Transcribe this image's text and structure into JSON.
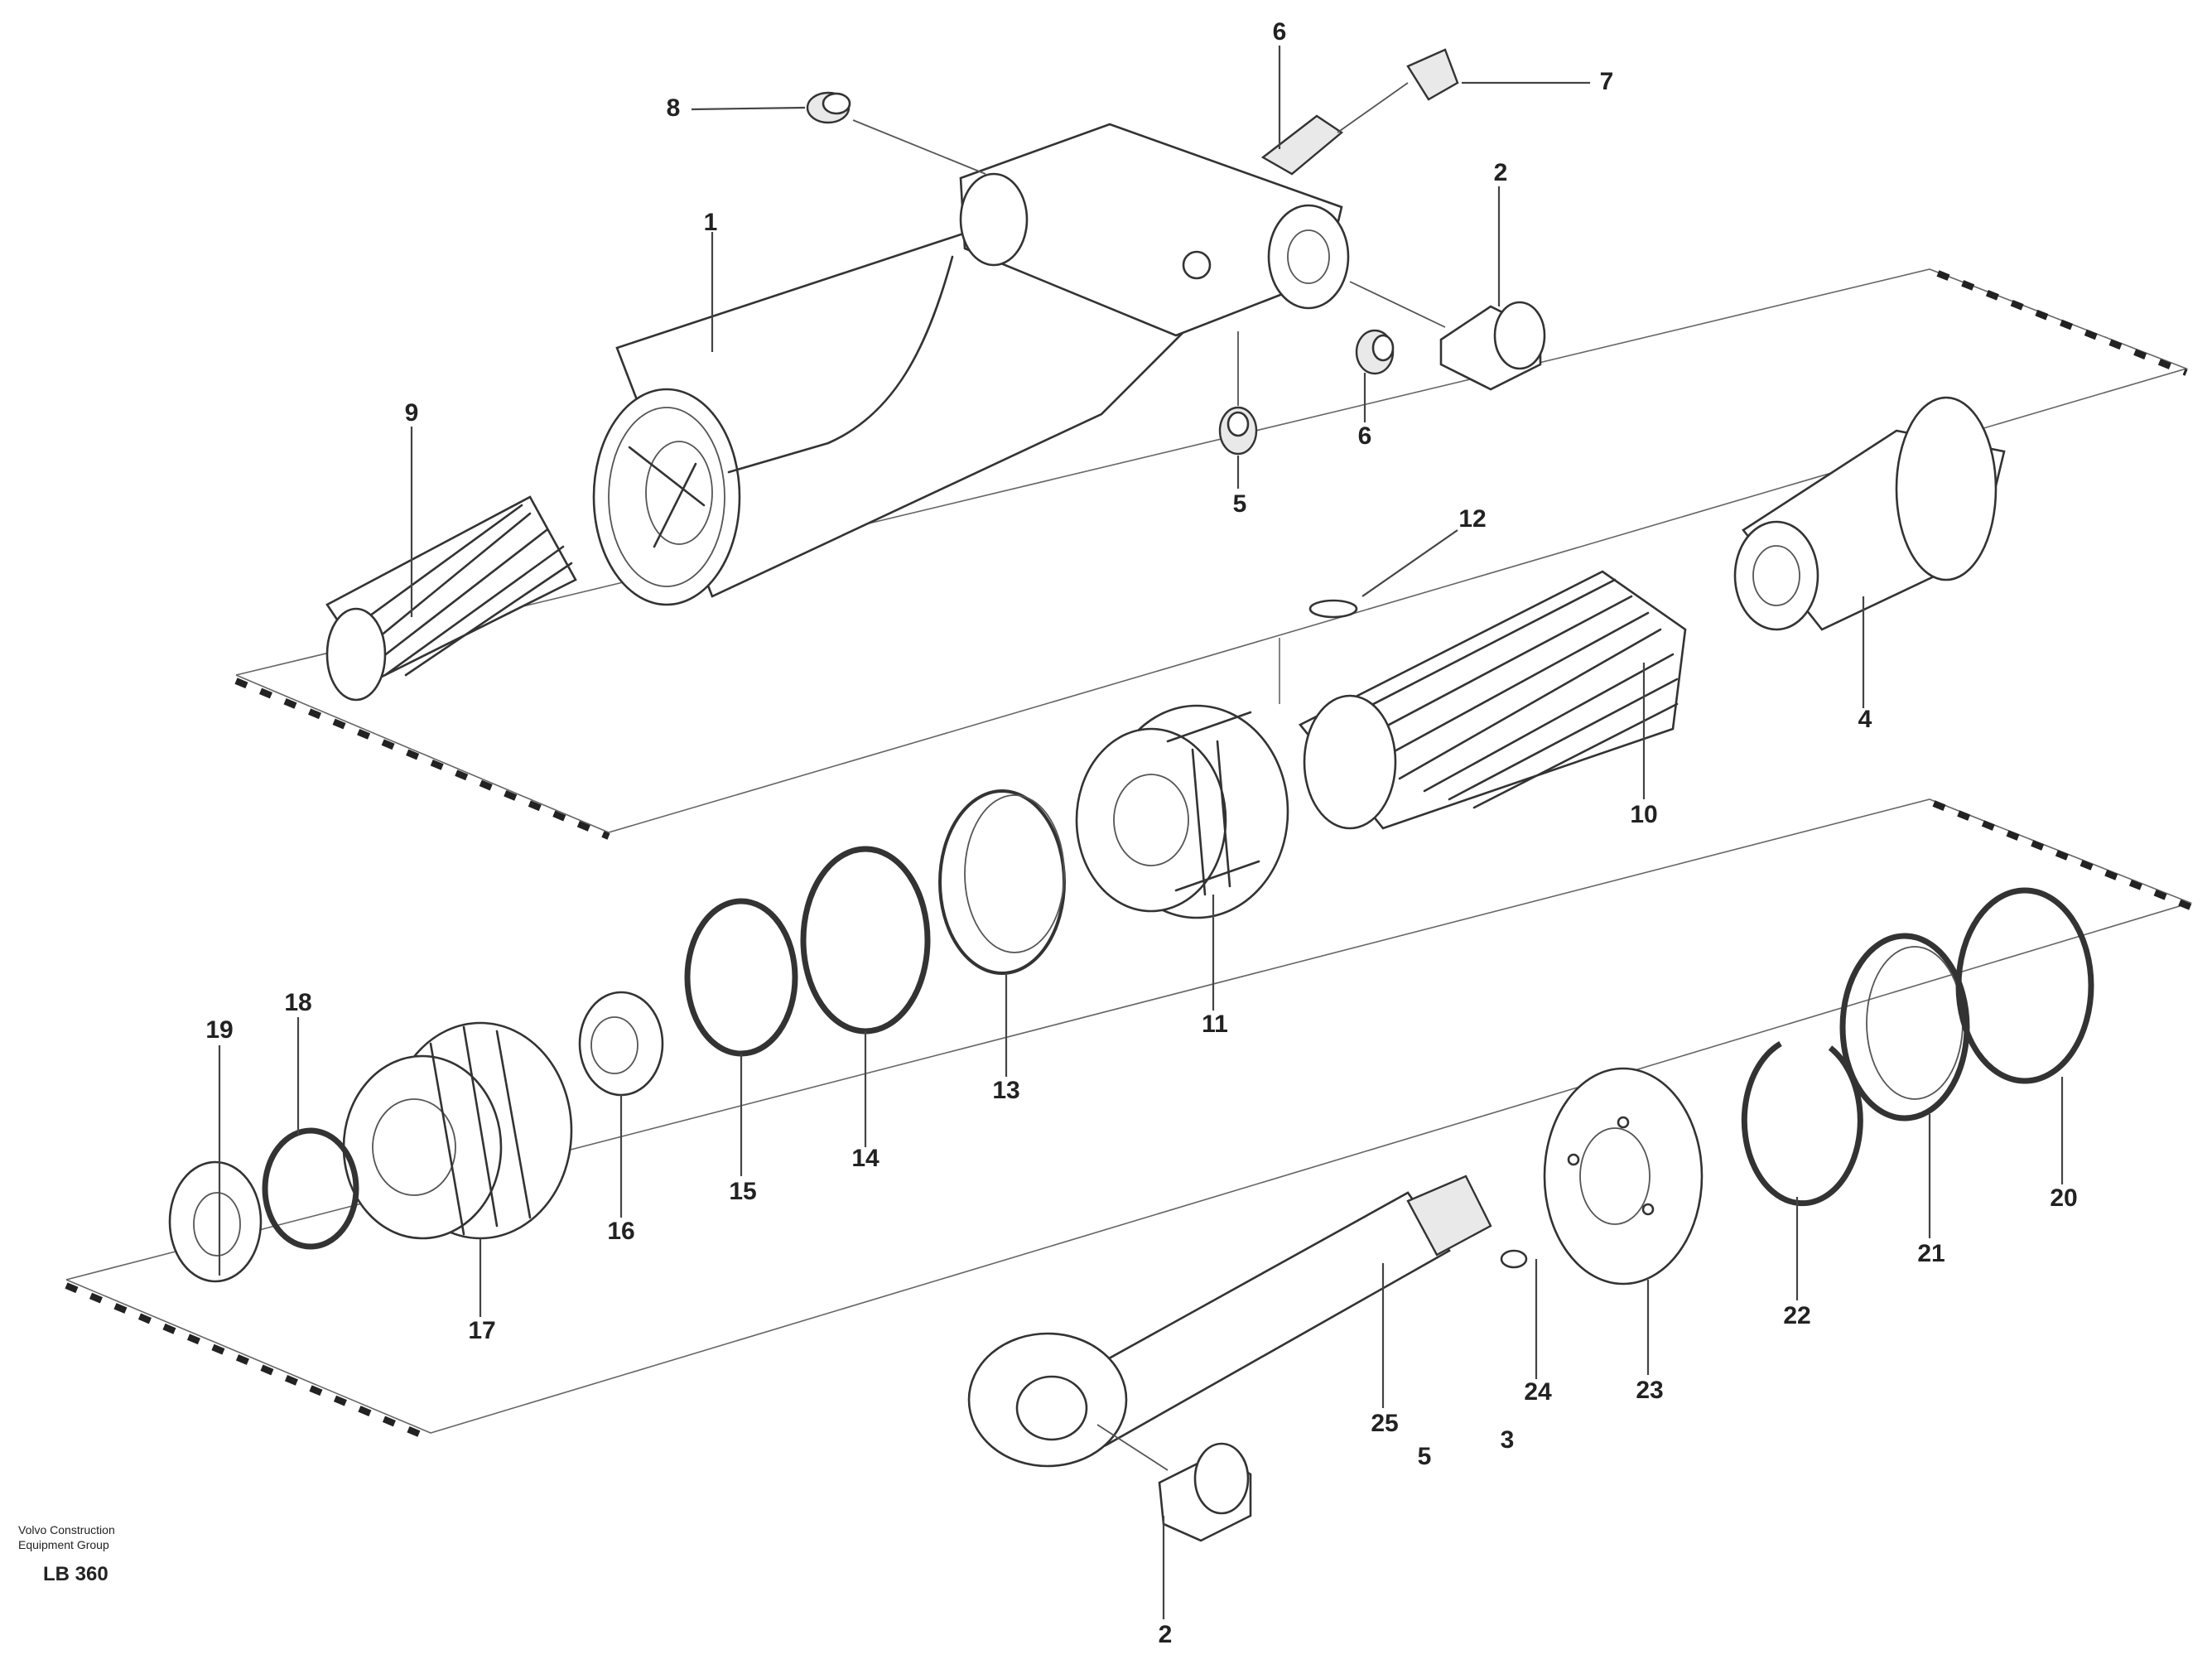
{
  "diagram": {
    "callouts": {
      "c1": "1",
      "c2a": "2",
      "c2b": "2",
      "c3": "3",
      "c4": "4",
      "c5a": "5",
      "c5b": "5",
      "c6a": "6",
      "c6b": "6",
      "c7": "7",
      "c8": "8",
      "c9": "9",
      "c10": "10",
      "c11": "11",
      "c12": "12",
      "c13": "13",
      "c14": "14",
      "c15": "15",
      "c16": "16",
      "c17": "17",
      "c18": "18",
      "c19": "19",
      "c20": "20",
      "c21": "21",
      "c22": "22",
      "c23": "23",
      "c24": "24",
      "c25": "25"
    },
    "footer": {
      "line1": "Volvo Construction",
      "line2": "Equipment Group",
      "code": "LB 360"
    }
  }
}
